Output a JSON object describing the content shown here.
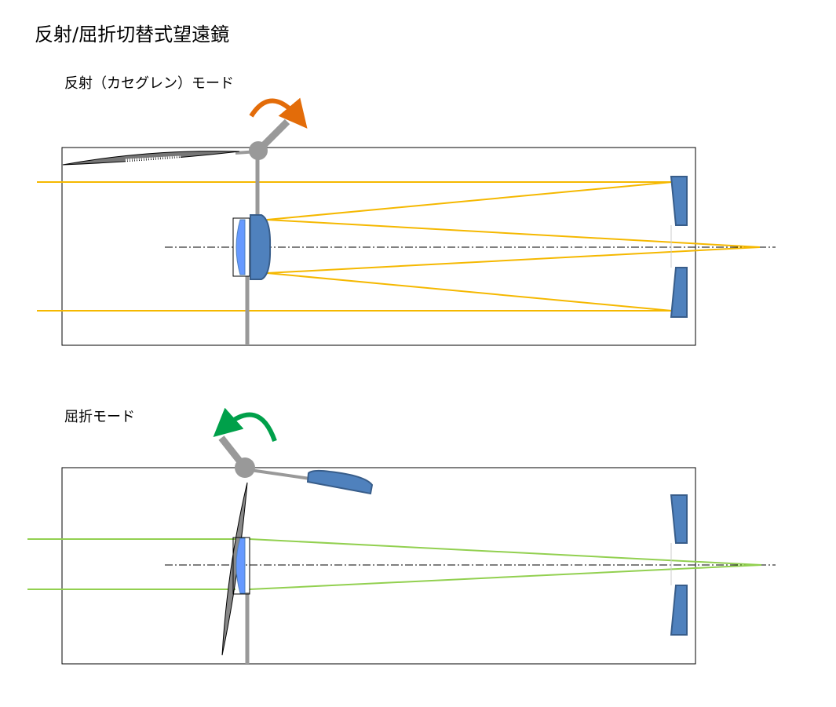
{
  "title": "反射/屈折切替式望遠鏡",
  "modes": {
    "reflect": {
      "label": "反射（カセグレン）モード",
      "arrow_color": "#e36c09",
      "ray_color": "#f5b800"
    },
    "refract": {
      "label": "屈折モード",
      "arrow_color": "#00a04a",
      "ray_color": "#92d050"
    }
  },
  "colors": {
    "mirror": "#4f81bd",
    "lens": "#6699ff",
    "rod": "#999999"
  }
}
